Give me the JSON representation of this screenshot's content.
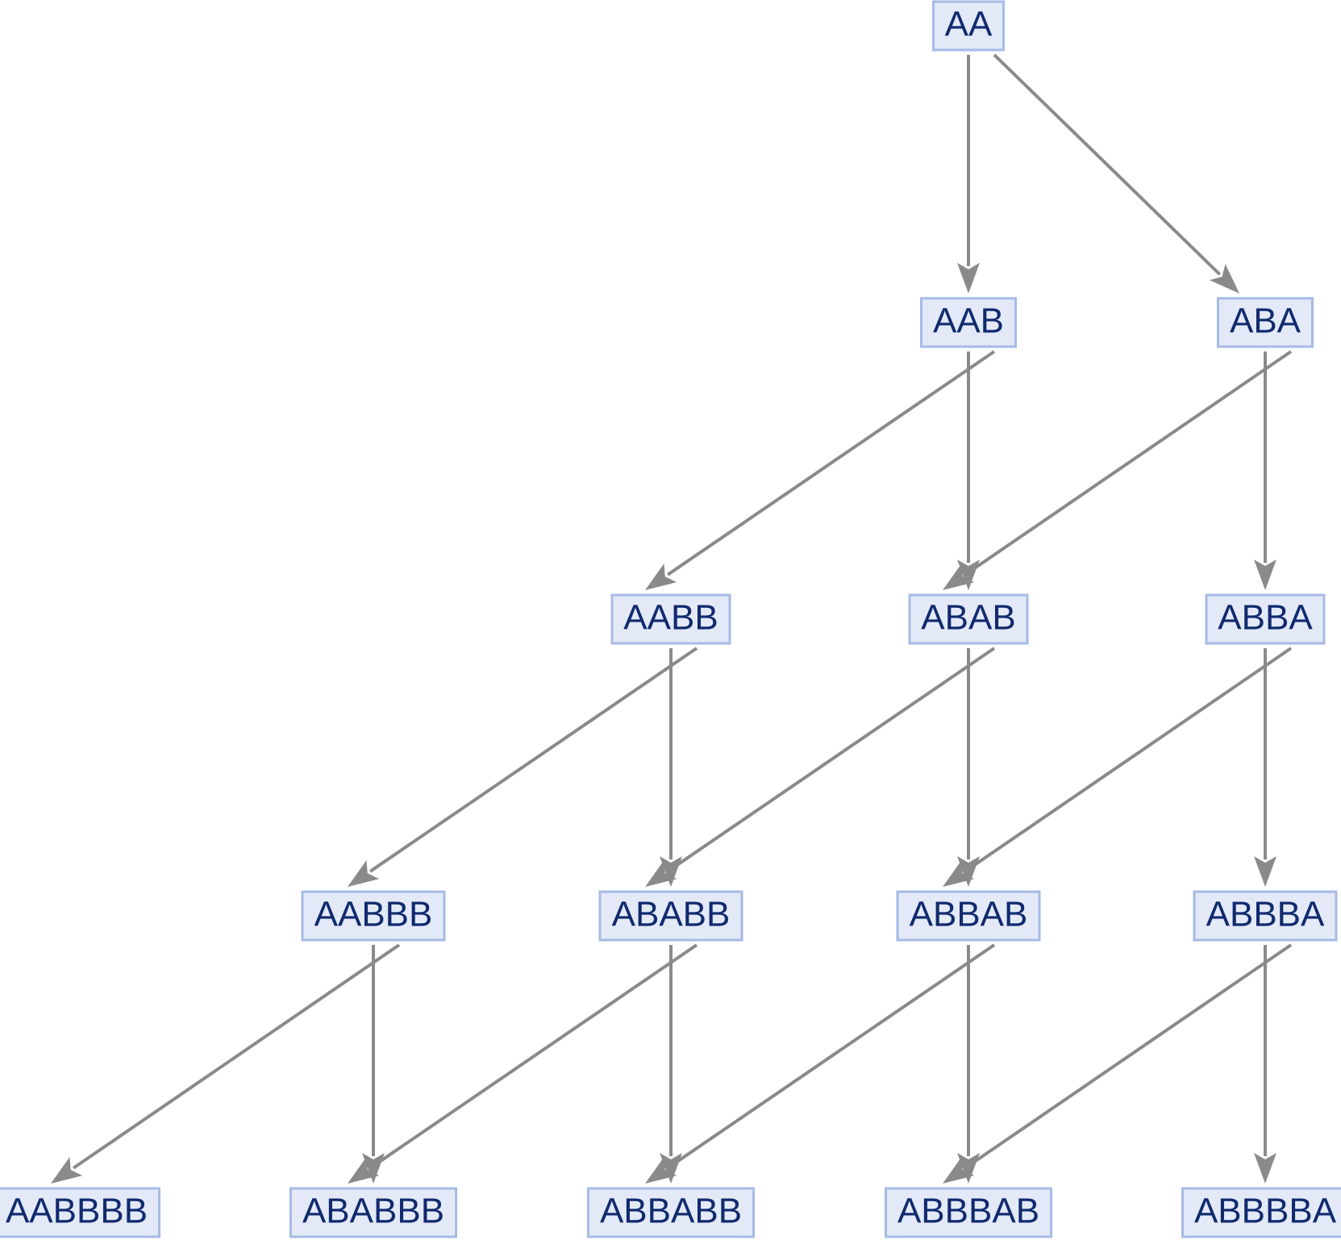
{
  "colors": {
    "node_fill": "#e3e9f7",
    "node_border": "#a6bbe6",
    "node_text": "#102a6e",
    "edge": "#8a8a8a"
  },
  "nodes": [
    {
      "id": "AA",
      "label": "AA"
    },
    {
      "id": "AAB",
      "label": "AAB"
    },
    {
      "id": "ABA",
      "label": "ABA"
    },
    {
      "id": "AABB",
      "label": "AABB"
    },
    {
      "id": "ABAB",
      "label": "ABAB"
    },
    {
      "id": "ABBA",
      "label": "ABBA"
    },
    {
      "id": "AABBB",
      "label": "AABBB"
    },
    {
      "id": "ABABB",
      "label": "ABABB"
    },
    {
      "id": "ABBAB",
      "label": "ABBAB"
    },
    {
      "id": "ABBBA",
      "label": "ABBBA"
    },
    {
      "id": "AABBBB",
      "label": "AABBBB"
    },
    {
      "id": "ABABBB",
      "label": "ABABBB"
    },
    {
      "id": "ABBABB",
      "label": "ABBABB"
    },
    {
      "id": "ABBBAB",
      "label": "ABBBAB"
    },
    {
      "id": "ABBBBA",
      "label": "ABBBBA"
    }
  ],
  "edges": [
    {
      "from": "AA",
      "to": "AAB"
    },
    {
      "from": "AA",
      "to": "ABA"
    },
    {
      "from": "AAB",
      "to": "AABB"
    },
    {
      "from": "AAB",
      "to": "ABAB"
    },
    {
      "from": "ABA",
      "to": "ABAB"
    },
    {
      "from": "ABA",
      "to": "ABBA"
    },
    {
      "from": "AABB",
      "to": "AABBB"
    },
    {
      "from": "AABB",
      "to": "ABABB"
    },
    {
      "from": "ABAB",
      "to": "ABABB"
    },
    {
      "from": "ABAB",
      "to": "ABBAB"
    },
    {
      "from": "ABBA",
      "to": "ABBAB"
    },
    {
      "from": "ABBA",
      "to": "ABBBA"
    },
    {
      "from": "AABBB",
      "to": "AABBBB"
    },
    {
      "from": "AABBB",
      "to": "ABABBB"
    },
    {
      "from": "ABABB",
      "to": "ABABBB"
    },
    {
      "from": "ABABB",
      "to": "ABBABB"
    },
    {
      "from": "ABBAB",
      "to": "ABBABB"
    },
    {
      "from": "ABBAB",
      "to": "ABBBAB"
    },
    {
      "from": "ABBBA",
      "to": "ABBBAB"
    },
    {
      "from": "ABBBA",
      "to": "ABBBBA"
    }
  ]
}
